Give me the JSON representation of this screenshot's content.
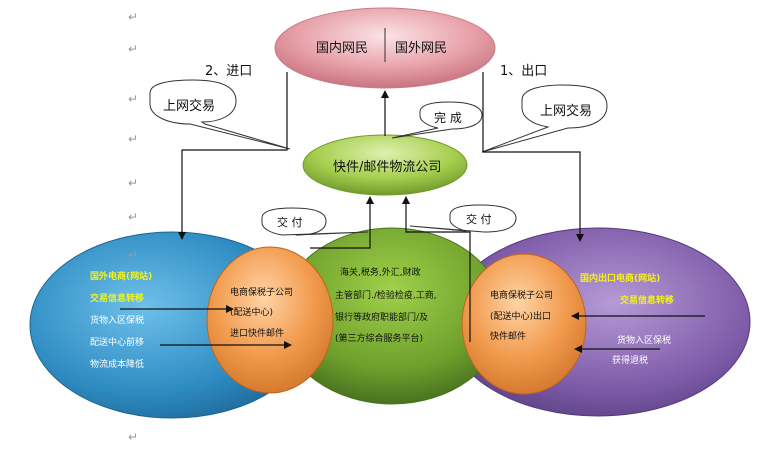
{
  "top_ellipse": {
    "left_label": "国内网民",
    "right_label": "国外网民"
  },
  "flows": {
    "import": "2、进口",
    "export": "1、出口"
  },
  "callouts": {
    "online_trade_left": "上网交易",
    "online_trade_right": "上网交易",
    "complete": "完 成",
    "deliver_left": "交 付",
    "deliver_right": "交 付"
  },
  "logistics": {
    "label": "快件/邮件物流公司"
  },
  "left_ellipse": {
    "title": "国外电商(网站)",
    "trade_info": "交易信息转移",
    "line1": "货物入区保税",
    "line2": "配送中心前移",
    "line3": "物流成本降低"
  },
  "left_circle": {
    "line1": "电商保税子公司",
    "line2": "(配送中心)",
    "line3": "进口快件邮件"
  },
  "center_circle": {
    "line1": "海关,税务,外汇,财政",
    "line2": "主管部门./检验检疫,工商,",
    "line3": "银行等政府职能部门/及",
    "line4": "(第三方综合服务平台)"
  },
  "right_circle": {
    "line1": "电商保税子公司",
    "line2": "(配送中心)出口",
    "line3": "快件邮件"
  },
  "right_ellipse": {
    "title": "国内出口电商(网站)",
    "trade_info": "交易信息转移",
    "line1": "货物入区保税",
    "line2": "获得退税"
  },
  "colors": {
    "pink": "#e8a2aa",
    "green": "#8cc63f",
    "blue": "#2f8cc2",
    "purple": "#7e5ba8",
    "orange": "#f29c50",
    "yellow_text": "#f2f21a"
  }
}
